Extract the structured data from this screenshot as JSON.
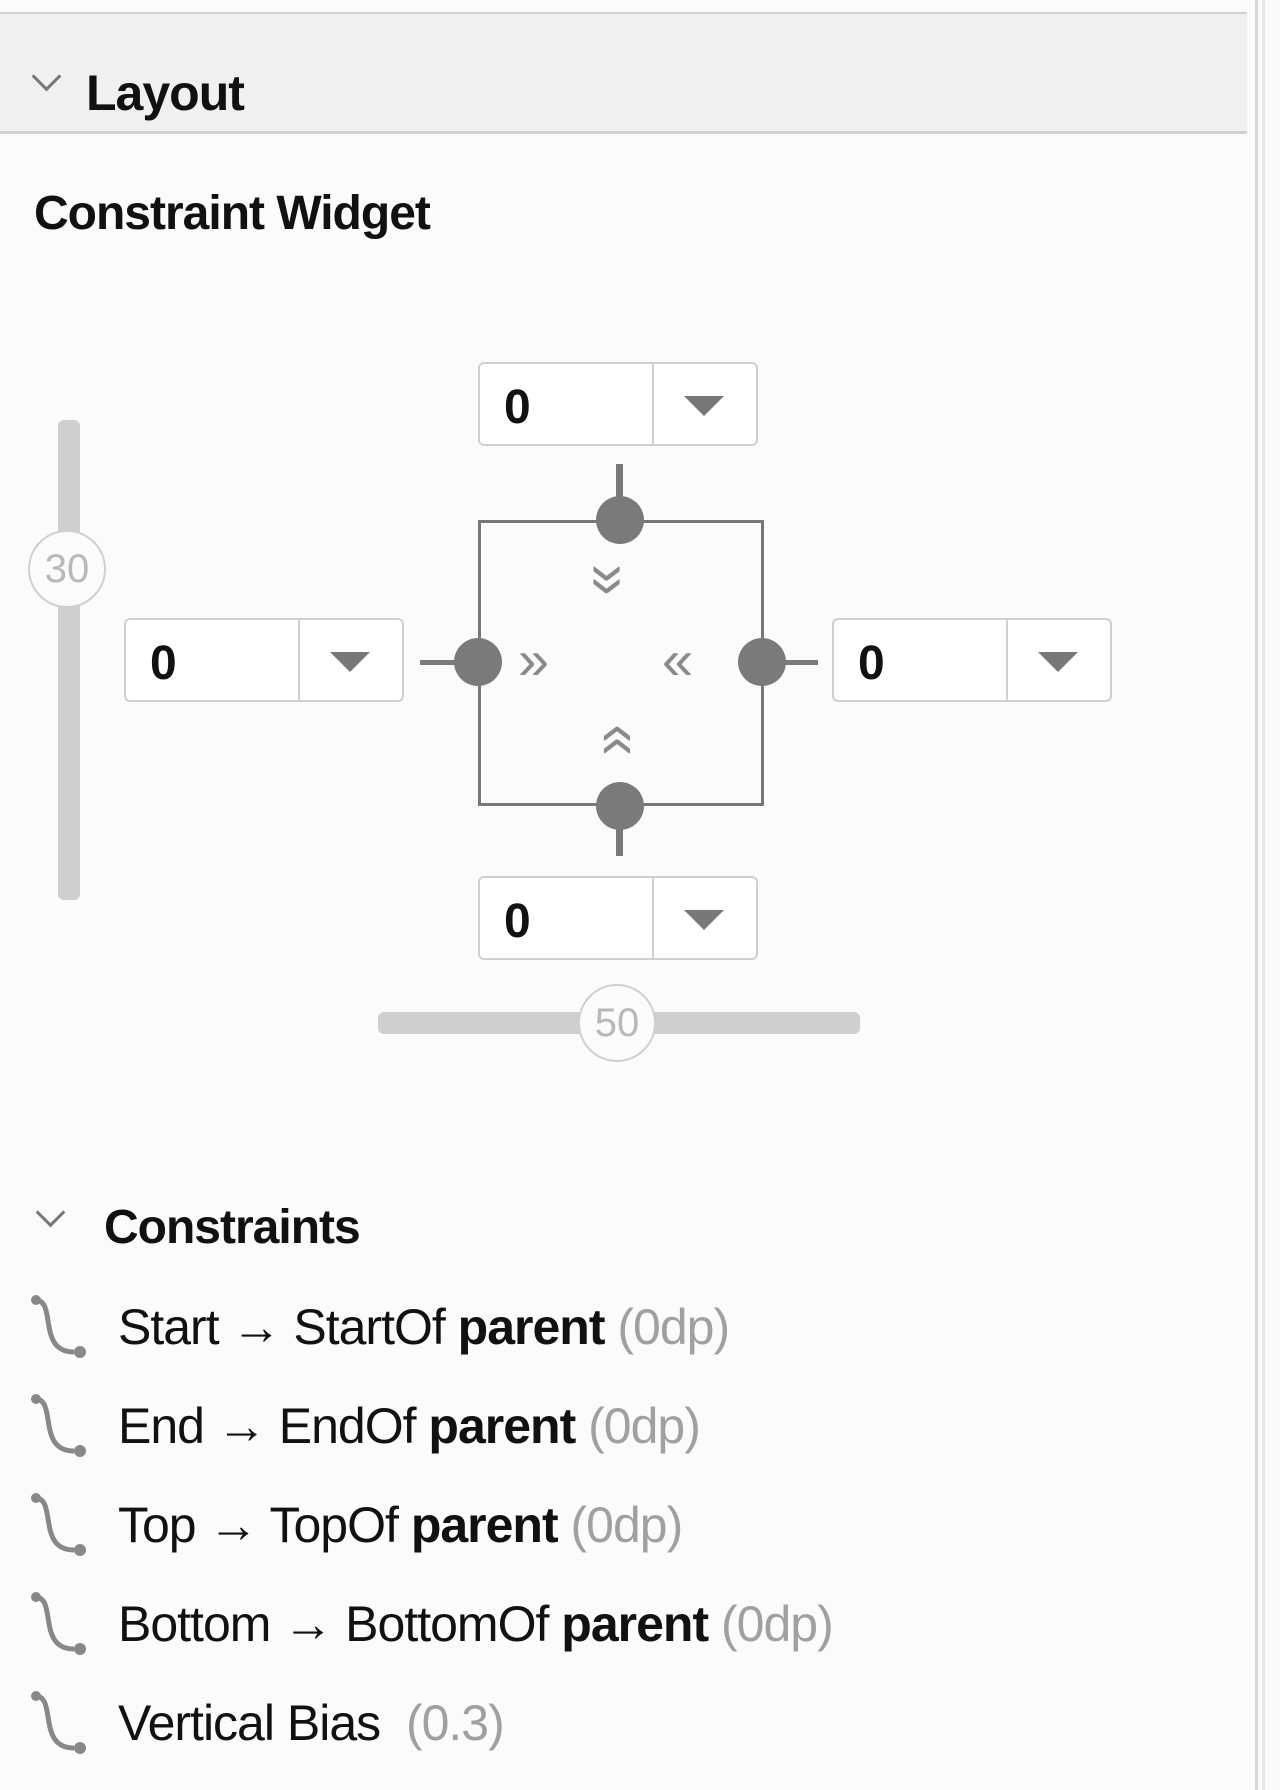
{
  "section": {
    "title": "Layout"
  },
  "widget": {
    "title": "Constraint Widget",
    "margins": {
      "top": "0",
      "left": "0",
      "right": "0",
      "bottom": "0"
    },
    "vertical_bias": "30",
    "horizontal_bias": "50"
  },
  "constraints": {
    "title": "Constraints",
    "items": [
      {
        "prefix": "Start → StartOf",
        "target": "parent",
        "value": "(0dp)"
      },
      {
        "prefix": "End → EndOf",
        "target": "parent",
        "value": "(0dp)"
      },
      {
        "prefix": "Top → TopOf",
        "target": "parent",
        "value": "(0dp)"
      },
      {
        "prefix": "Bottom → BottomOf",
        "target": "parent",
        "value": "(0dp)"
      },
      {
        "prefix": "Vertical Bias",
        "target": "",
        "value": "(0.3)"
      }
    ]
  },
  "icons": {
    "section_toggle": "chevron-down-icon",
    "dropdown": "dropdown-arrow-icon",
    "constraint": "constraint-link-icon",
    "anchor": "anchor-dot-icon"
  }
}
